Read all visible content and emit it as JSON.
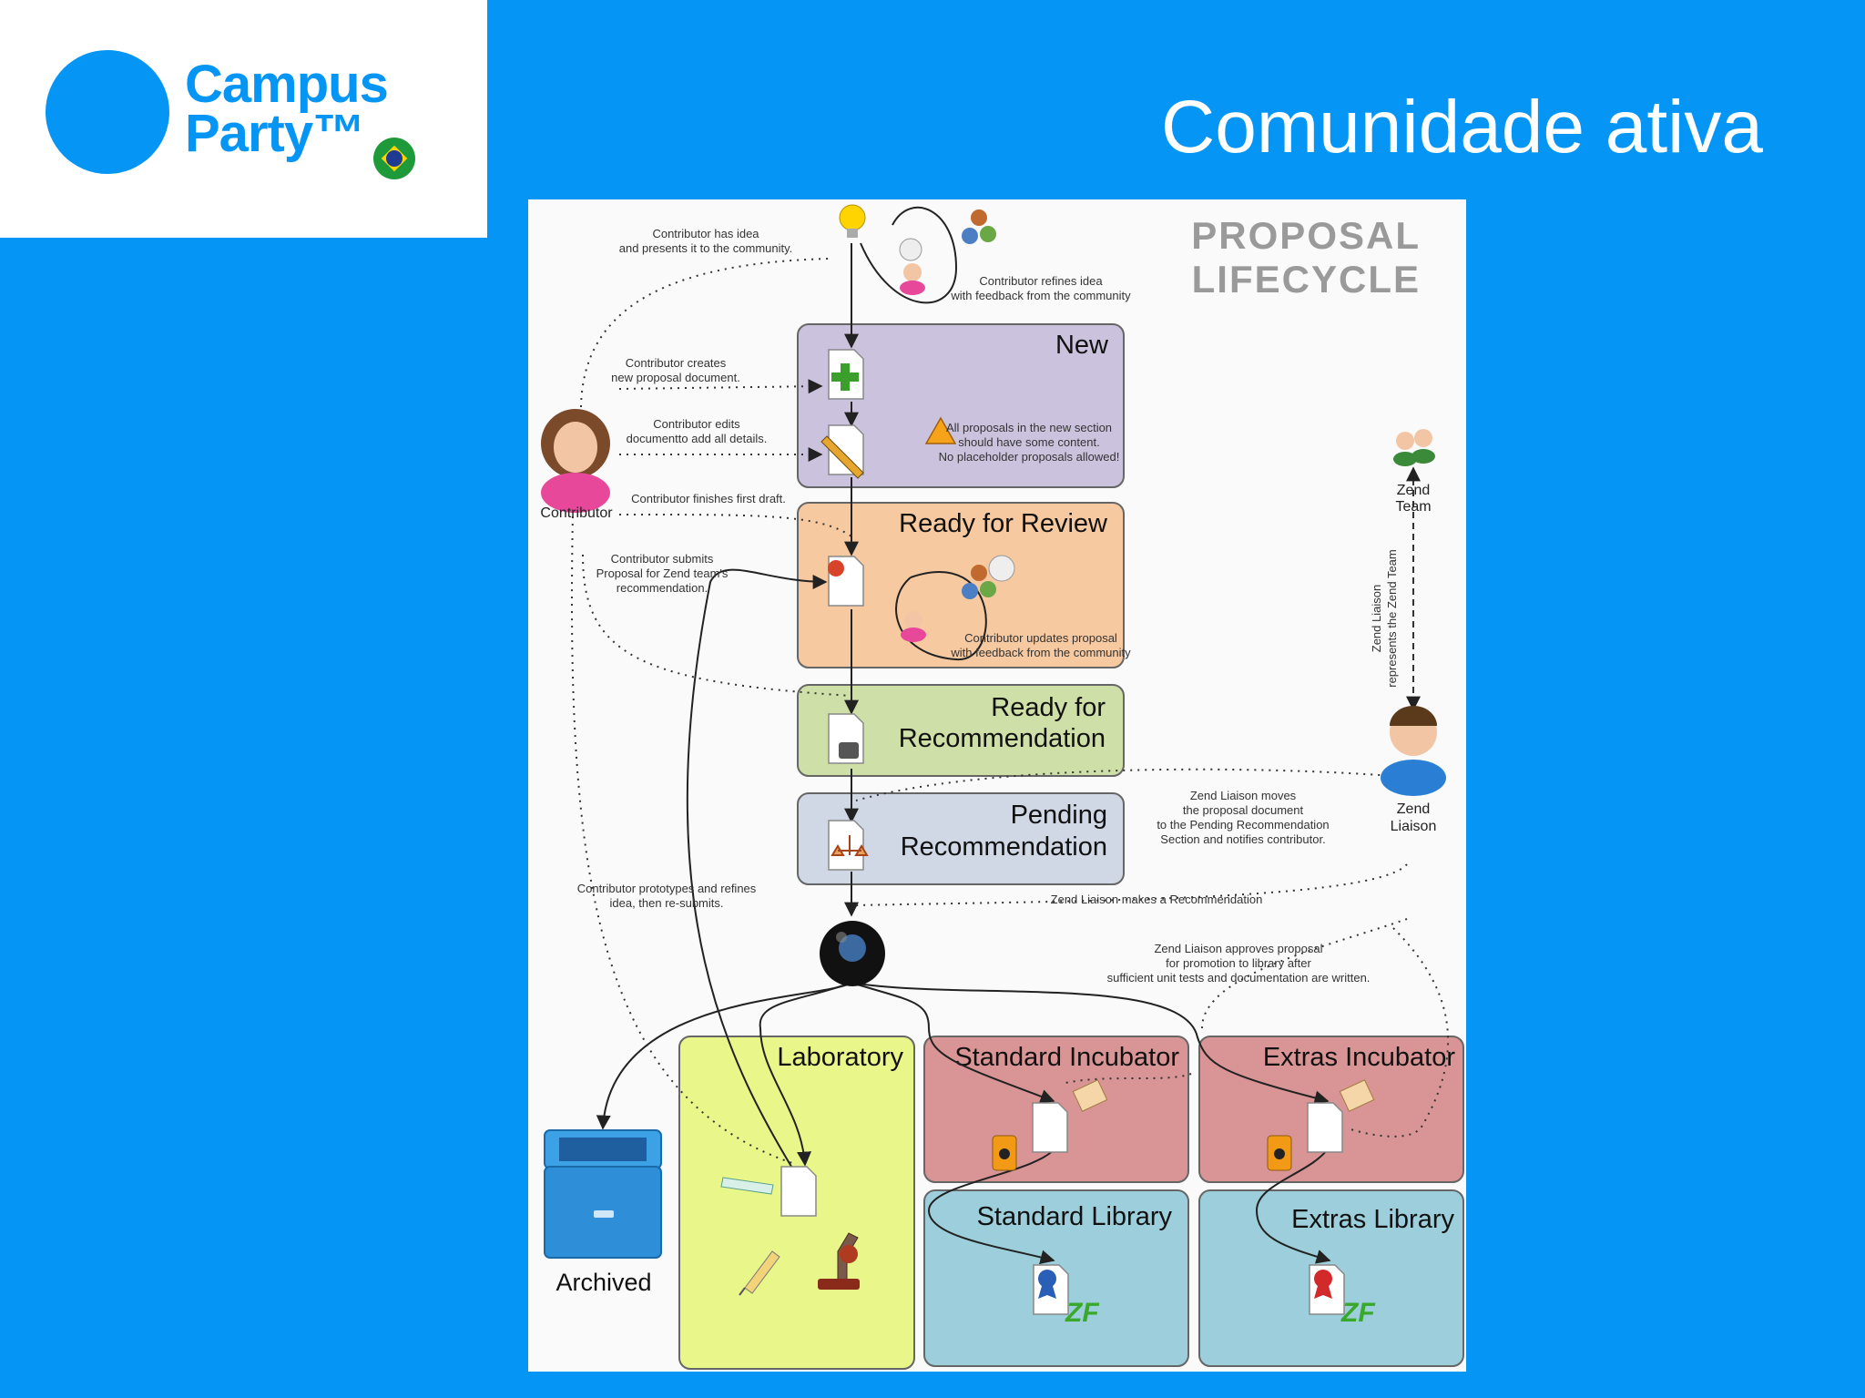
{
  "logo": {
    "line1": "Campus",
    "line2": "Party™"
  },
  "slide": {
    "title": "Comunidade ativa"
  },
  "diagram": {
    "title_line1": "PROPOSAL",
    "title_line2": "LIFECYCLE",
    "stages": {
      "new": "New",
      "ready_review": "Ready for Review",
      "ready_rec_1": "Ready for",
      "ready_rec_2": "Recommendation",
      "pending_1": "Pending",
      "pending_2": "Recommendation",
      "laboratory": "Laboratory",
      "std_incubator": "Standard Incubator",
      "extras_incubator": "Extras Incubator",
      "std_library": "Standard Library",
      "extras_library": "Extras Library",
      "archived": "Archived"
    },
    "actors": {
      "contributor": "Contributor",
      "zend_team_1": "Zend",
      "zend_team_2": "Team",
      "zend_liaison_1": "Zend",
      "zend_liaison_2": "Liaison"
    },
    "notes": {
      "has_idea_1": "Contributor has idea",
      "has_idea_2": "and presents it to the community.",
      "refines_1": "Contributor refines idea",
      "refines_2": "with feedback from the community",
      "creates_1": "Contributor creates",
      "creates_2": "new proposal document.",
      "edits_1": "Contributor edits",
      "edits_2": "documentto add all details.",
      "warning_1": "All proposals in the new section",
      "warning_2": "should have some content.",
      "warning_3": "No placeholder proposals allowed!",
      "finishes": "Contributor finishes first draft.",
      "submits_1": "Contributor submits",
      "submits_2": "Proposal for Zend team's",
      "submits_3": "recommendation.",
      "updates_1": "Contributor updates proposal",
      "updates_2": "with feedback from the community",
      "liaison_rep_1": "Zend Liaison",
      "liaison_rep_2": "represents the Zend Team",
      "moves_1": "Zend Liaison moves",
      "moves_2": "the proposal document",
      "moves_3": "to the Pending Recommendation",
      "moves_4": "Section and notifies contributor.",
      "prototypes_1": "Contributor prototypes and refines",
      "prototypes_2": "idea, then re-submits.",
      "makes_rec": "Zend Liaison makes a Recommendation",
      "approves_1": "Zend Liaison approves proposal",
      "approves_2": "for promotion to library after",
      "approves_3": "sufficient unit tests and documentation are written."
    },
    "colors": {
      "new": "#cbc3de",
      "ready_review": "#f7c9a0",
      "ready_rec": "#cfdfa8",
      "pending": "#d0d8e6",
      "laboratory": "#e9f78a",
      "incubator": "#d99595",
      "library": "#9ccfdb"
    }
  }
}
